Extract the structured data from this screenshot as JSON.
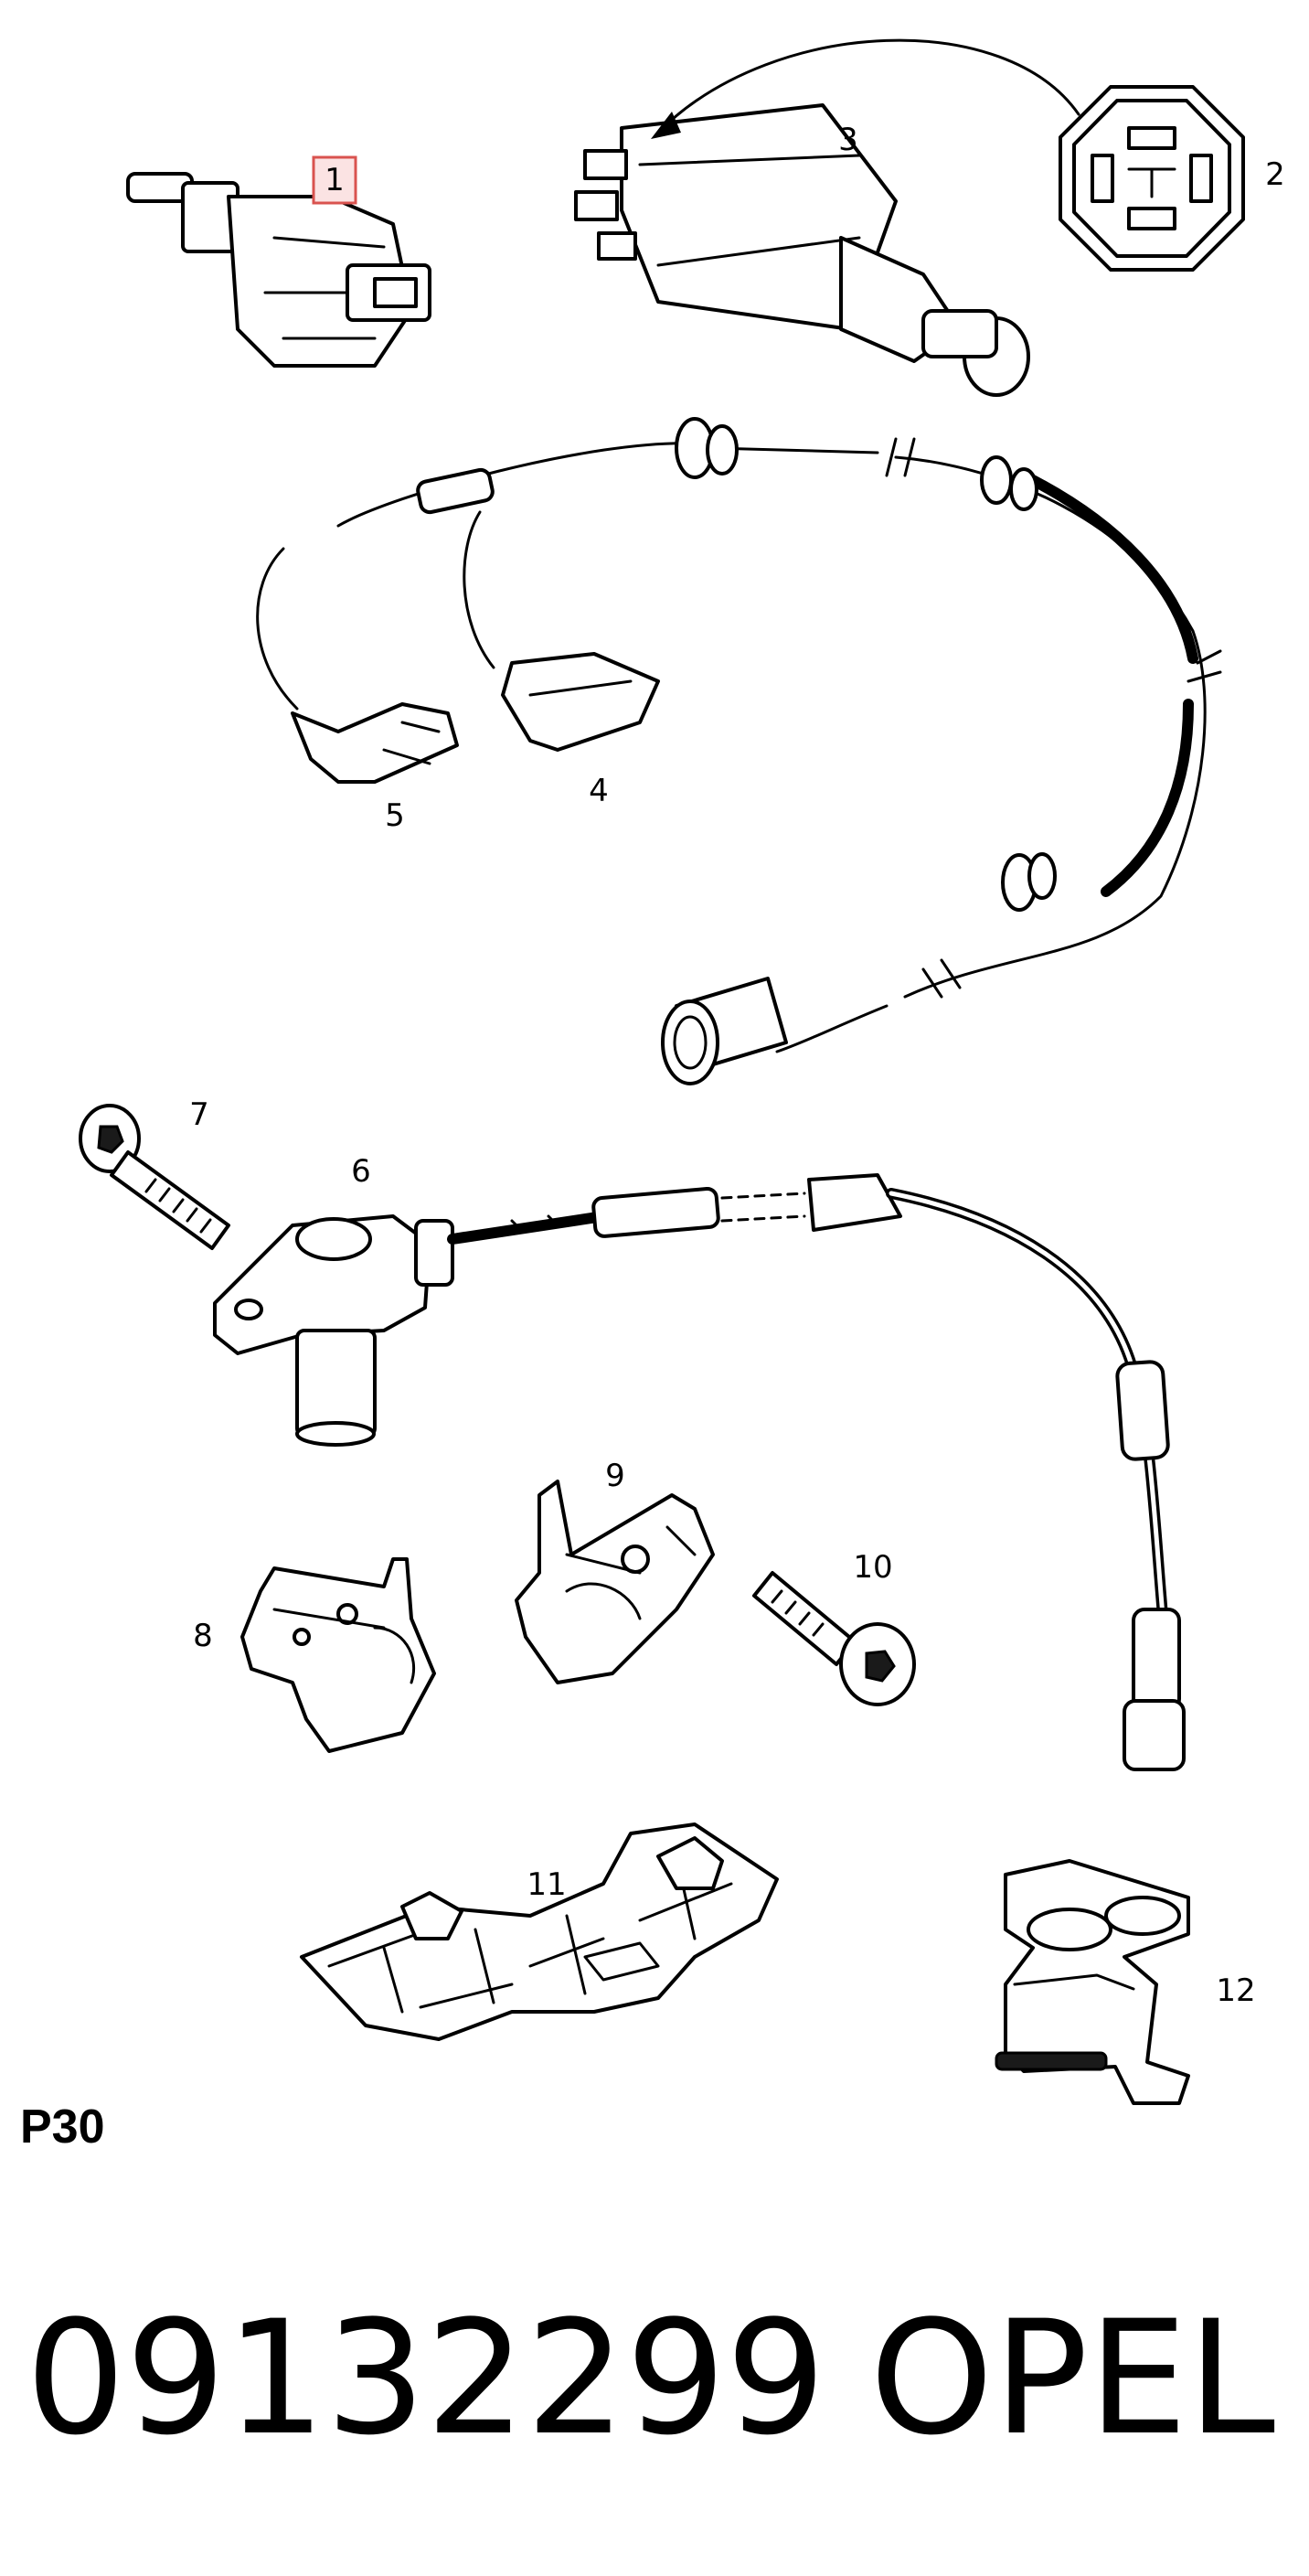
{
  "callouts": {
    "c1": "1",
    "c2": "2",
    "c3": "3",
    "c4": "4",
    "c5": "5",
    "c6": "6",
    "c7": "7",
    "c8": "8",
    "c9": "9",
    "c10": "10",
    "c11": "11",
    "c12": "12"
  },
  "highlight_color": "#d9534f",
  "page_code": "P30",
  "part_number": "09132299",
  "brand": "OPEL"
}
